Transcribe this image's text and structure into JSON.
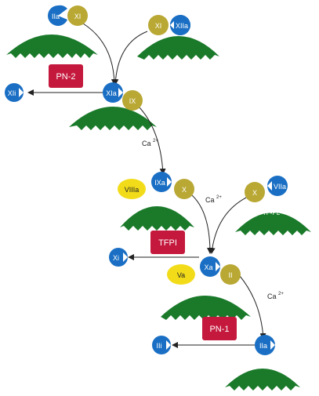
{
  "colors": {
    "membrane": "#1a7a2a",
    "blue": "#1a6fc4",
    "olive": "#b9a834",
    "yellow": "#f2dc1a",
    "inhibitor": "#c4183c",
    "text": "#ffffff",
    "darktext": "#222222",
    "arrow": "#222222"
  },
  "factors": {
    "iia_top": "IIa",
    "xi_top": "XI",
    "xi_top2": "XI",
    "xiia": "XIIa",
    "xia": "XIa",
    "ix": "IX",
    "xii": "XIi",
    "ixa": "IXa",
    "viiia": "VIIIa",
    "x_left": "X",
    "x_right": "X",
    "viia": "VIIa",
    "xa": "Xa",
    "va": "Va",
    "ii": "II",
    "xi_cleaved": "Xi",
    "iia_bottom": "IIa",
    "iii": "IIi"
  },
  "inhibitors": {
    "pn2": "PN-2",
    "tfpi": "TFPI",
    "pn1": "PN-1"
  },
  "labels": {
    "ca1_base": "Ca",
    "ca1_sup": "2+",
    "ca2_base": "Ca",
    "ca2_sup": "2+",
    "ca3_base": "Ca",
    "ca3_sup": "2+",
    "tfpl": "TF•PL"
  }
}
